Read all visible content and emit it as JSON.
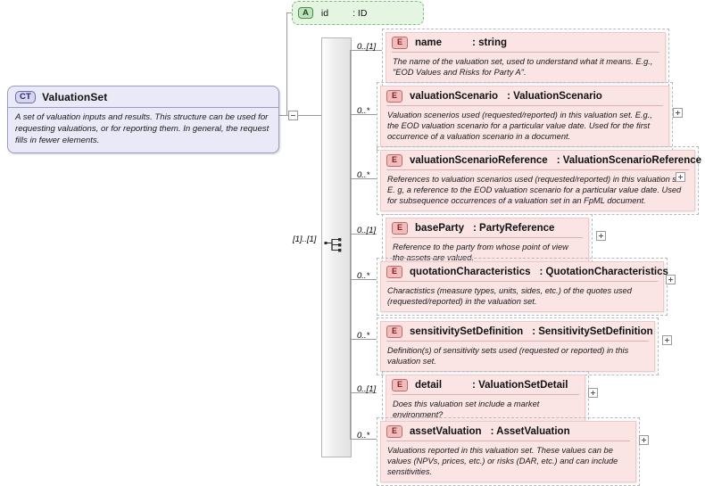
{
  "diagram": {
    "kind": "xsd-schema-diagram",
    "root": {
      "badge": "CT",
      "name": "ValuationSet",
      "documentation": "A set of valuation inputs and results. This structure can be used for requesting valuations, or for reporting them. In general, the request fills in fewer elements.",
      "expander": "minus"
    },
    "attribute": {
      "badge": "A",
      "name": "id",
      "type": ": ID"
    },
    "compositor": {
      "type": "sequence",
      "cardinality": "[1]..[1]"
    },
    "elements": [
      {
        "badge": "E",
        "name": "name",
        "type": ": string",
        "cardinality": "0..[1]",
        "documentation": "The name of the valuation set, used to understand what it means. E.g., \"EOD Values and Risks for Party A\".",
        "expander": null
      },
      {
        "badge": "E",
        "name": "valuationScenario",
        "type": ": ValuationScenario",
        "cardinality": "0..*",
        "documentation": "Valuation scenerios used (requested/reported) in this valuation set. E.g., the EOD valuation scenario for a particular value date. Used for the first occurrence of a valuation scenario in a document.",
        "expander": "plus"
      },
      {
        "badge": "E",
        "name": "valuationScenarioReference",
        "type": ": ValuationScenarioReference",
        "cardinality": "0..*",
        "documentation": "References to valuation scenarios used (requested/reported) in this valuation set. E. g, a reference to the EOD valuation scenario for a particular value date. Used for subsequence occurrences of a valuation set in an FpML document.",
        "expander": "plus"
      },
      {
        "badge": "E",
        "name": "baseParty",
        "type": ": PartyReference",
        "cardinality": "0..[1]",
        "documentation": "Reference to the party from whose point of view the assets are valued.",
        "expander": "plus"
      },
      {
        "badge": "E",
        "name": "quotationCharacteristics",
        "type": ": QuotationCharacteristics",
        "cardinality": "0..*",
        "documentation": "Charactistics (measure types, units, sides, etc.) of the quotes used (requested/reported) in the valuation set.",
        "expander": "plus"
      },
      {
        "badge": "E",
        "name": "sensitivitySetDefinition",
        "type": ": SensitivitySetDefinition",
        "cardinality": "0..*",
        "documentation": "Definition(s) of sensitivity sets used (requested or reported) in this valuation set.",
        "expander": "plus"
      },
      {
        "badge": "E",
        "name": "detail",
        "type": ": ValuationSetDetail",
        "cardinality": "0..[1]",
        "documentation": "Does this valuation set include a market environment?",
        "expander": "plus"
      },
      {
        "badge": "E",
        "name": "assetValuation",
        "type": ": AssetValuation",
        "cardinality": "0..*",
        "documentation": "Valuations reported in this valuation set. These values can be values (NPVs, prices, etc.) or risks (DAR, etc.) and can include sensitivities.",
        "expander": "plus"
      }
    ],
    "colors": {
      "element_fill": "#fbe4e4",
      "element_badge": "#f2bcbc",
      "complextype_fill": "#e9e9f7",
      "attribute_fill": "#e4f5e2",
      "line": "#9a9a9a"
    }
  }
}
